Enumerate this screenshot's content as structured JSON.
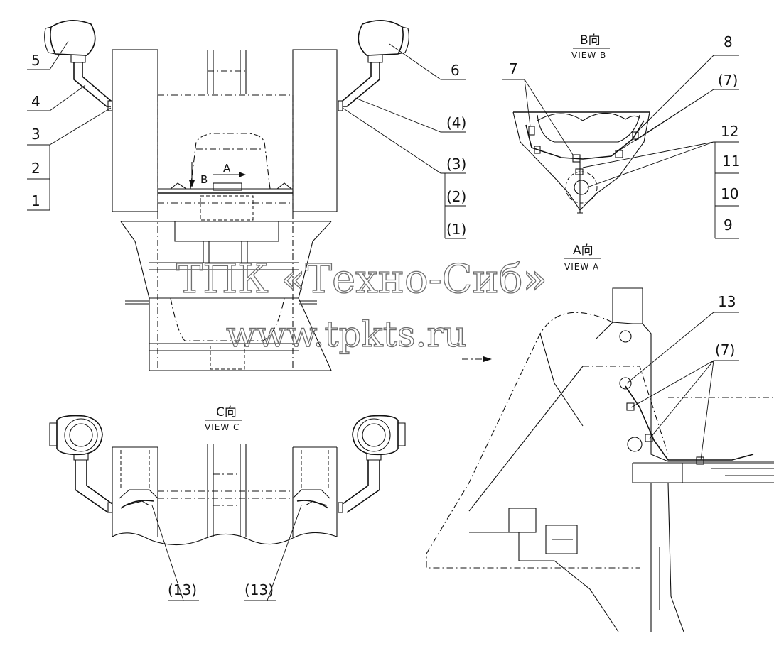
{
  "labels": {
    "front_left": [
      "5",
      "4",
      "3",
      "2",
      "1"
    ],
    "front_right": [
      "6",
      "(4)",
      "(3)",
      "(2)",
      "(1)"
    ],
    "view_b": [
      "7",
      "8",
      "(7)",
      "12",
      "11",
      "10",
      "9"
    ],
    "view_a": [
      "13",
      "(7)"
    ],
    "view_c": [
      "(13)",
      "(13)"
    ],
    "arrow_a": "A",
    "arrow_b": "B"
  },
  "views": {
    "b": {
      "title": "B向",
      "subtitle": "VIEW B"
    },
    "a": {
      "title": "A向",
      "subtitle": "VIEW A"
    },
    "c": {
      "title": "C向",
      "subtitle": "VIEW C"
    }
  },
  "watermark": {
    "line1": "ТПК «Техно-Сиб»",
    "line2": "www.tpkts.ru"
  }
}
